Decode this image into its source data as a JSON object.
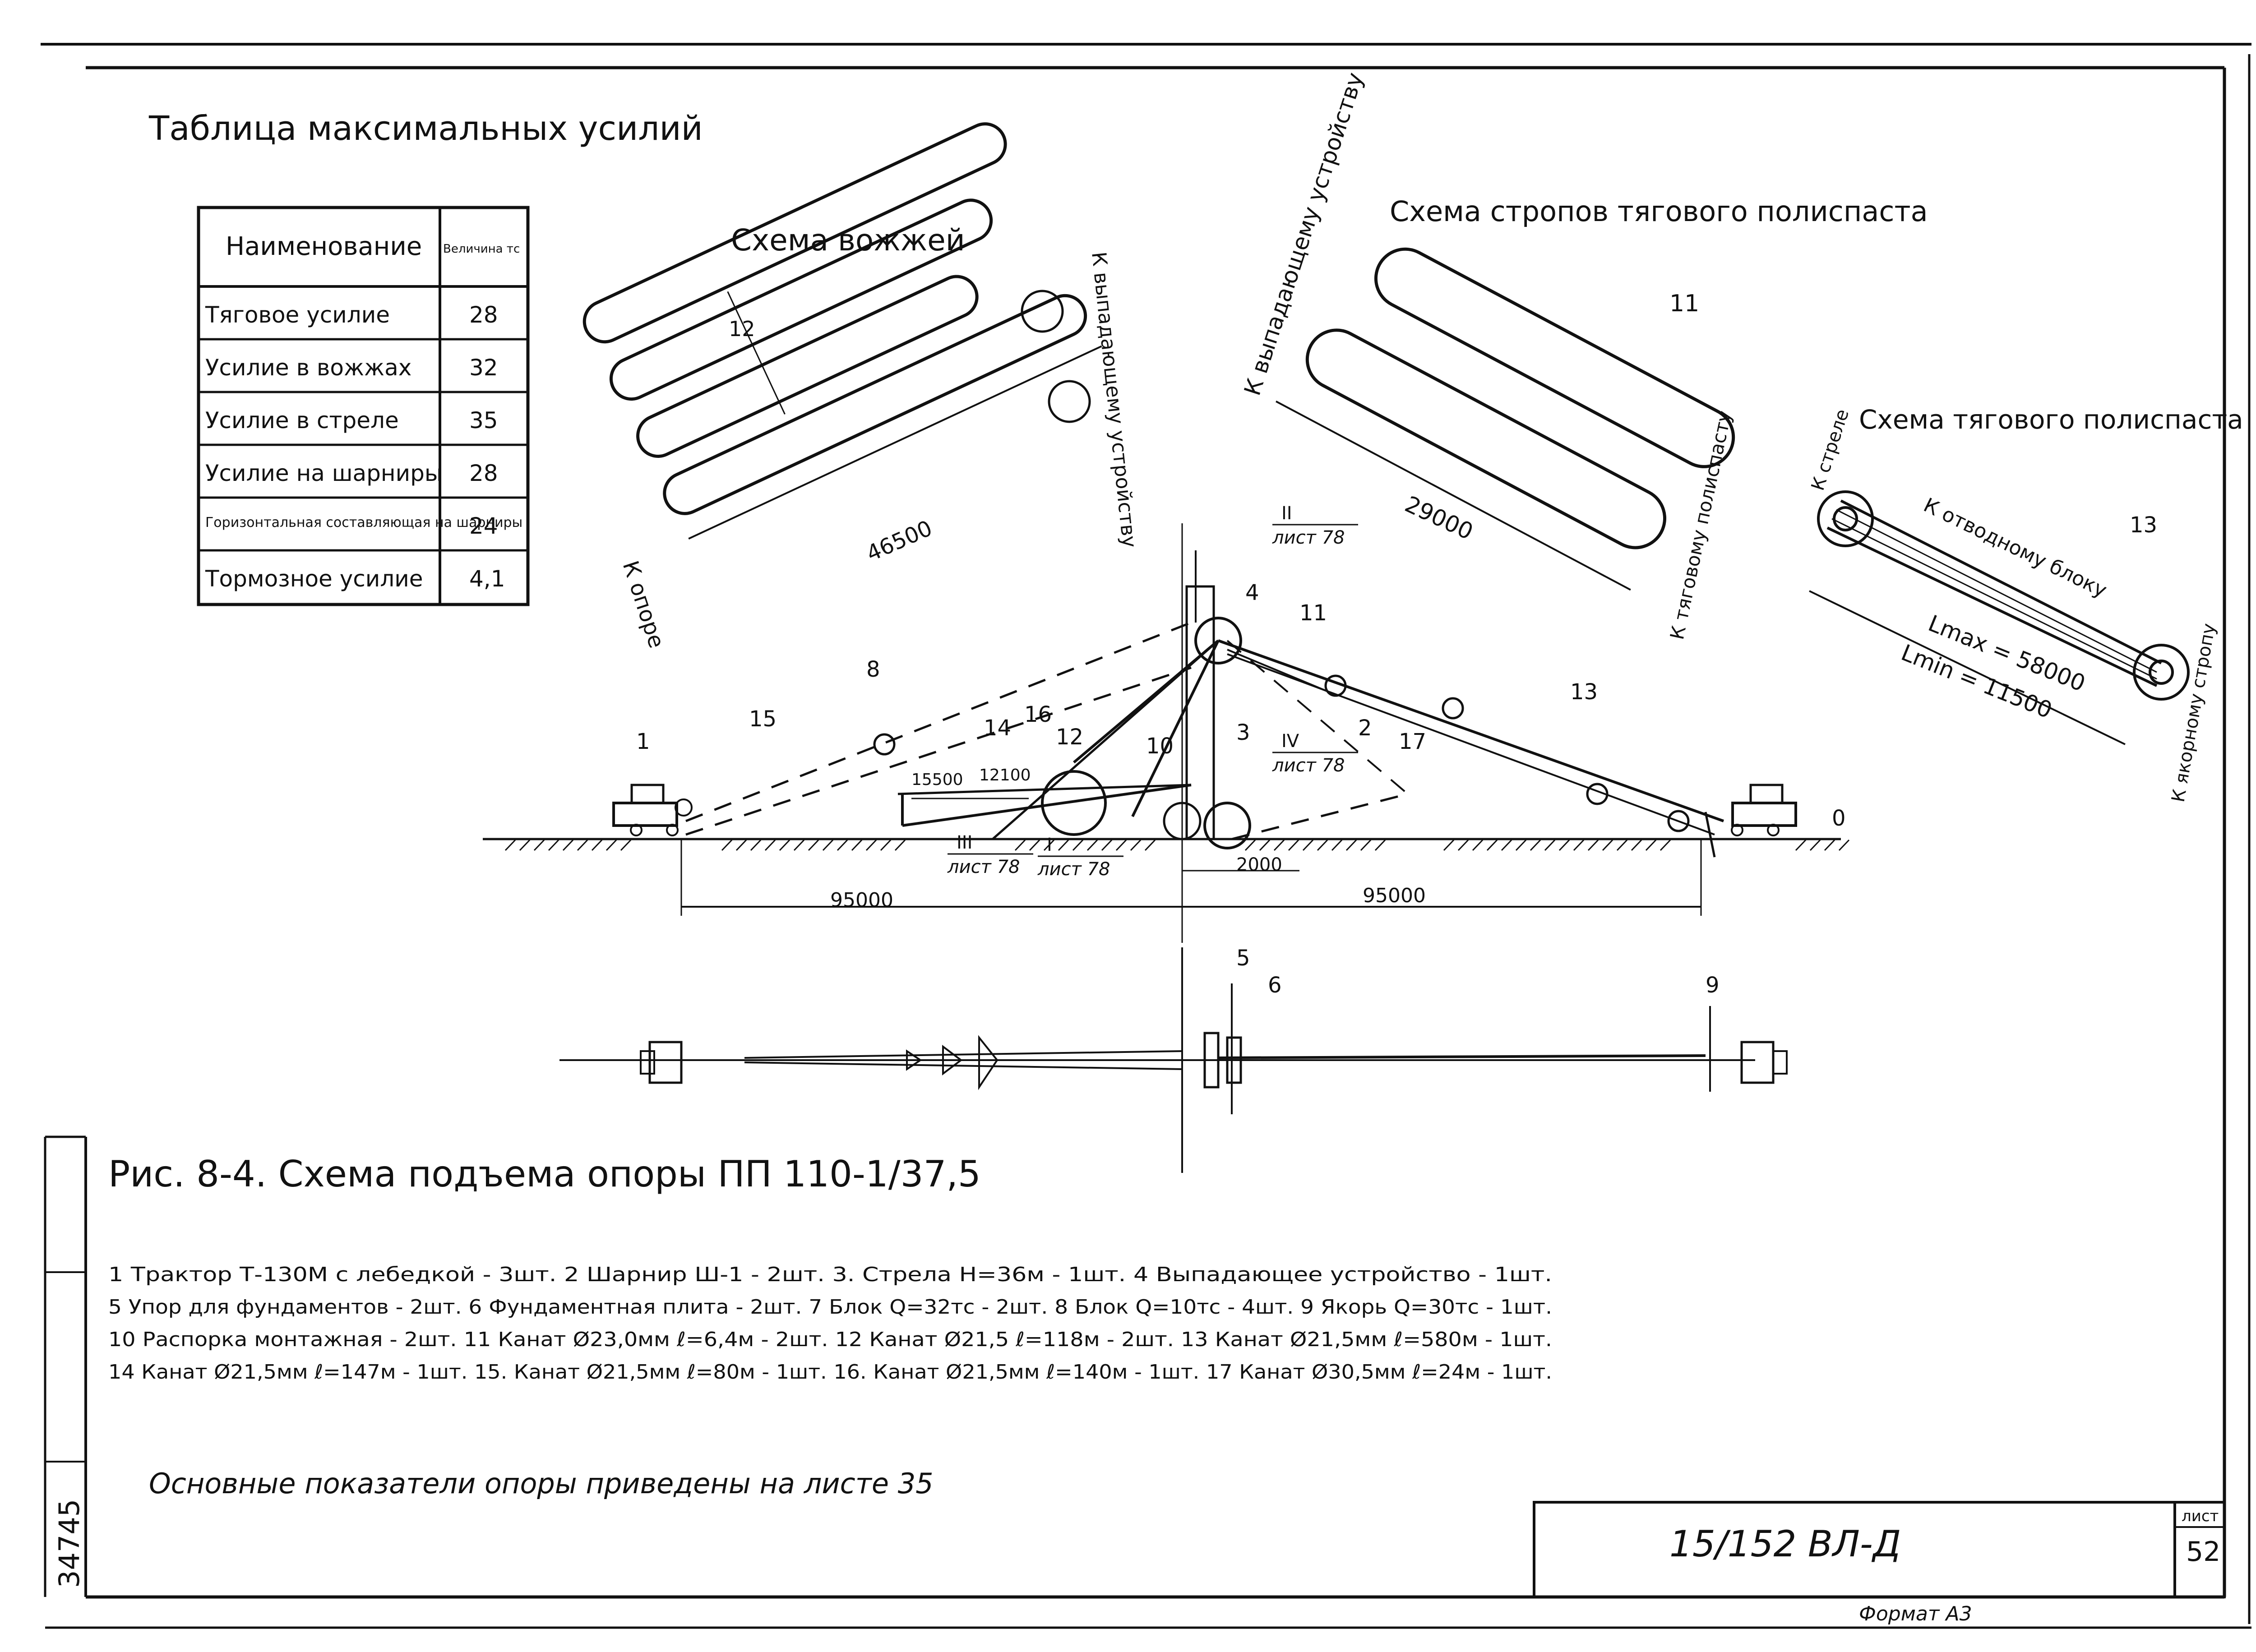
{
  "table": {
    "title": "Таблица максимальных усилий",
    "col_name": "Наименование",
    "col_value": "Величина тс",
    "rows": [
      {
        "name": "Тяговое усилие",
        "value": "28"
      },
      {
        "name": "Усилие в вожжах",
        "value": "32"
      },
      {
        "name": "Усилие в стреле",
        "value": "35"
      },
      {
        "name": "Усилие на шарниры",
        "value": "28"
      },
      {
        "name": "Горизонтальная составляющая на шарниры",
        "value": "24"
      },
      {
        "name": "Тормозное усилие",
        "value": "4,1"
      }
    ]
  },
  "schemes": {
    "reins": {
      "title": "Схема вожжей",
      "to_device": "К выпадающему устройству",
      "to_support": "К опоре",
      "dim": "46500",
      "label": "12"
    },
    "slings": {
      "title": "Схема стропов тягового полиспаста",
      "to_device": "К выпадающему устройству",
      "to_pulley": "К тяговому полиспасту",
      "dim": "29000",
      "label": "11"
    },
    "pulley": {
      "title": "Схема тягового полиспаста",
      "to_boom": "К стреле",
      "to_block": "К отводному блоку",
      "to_anchor": "К якорному стропу",
      "lmax": "Lmax = 58000",
      "lmin": "Lmin = 11500",
      "label": "13"
    }
  },
  "main": {
    "numbers": [
      "1",
      "15",
      "8",
      "14",
      "16",
      "12",
      "10",
      "3",
      "4",
      "11",
      "2",
      "17",
      "13",
      "0"
    ],
    "dims": {
      "d1": "15500",
      "d2": "12100",
      "left": "95000",
      "right": "95000",
      "small": "2000"
    },
    "refs": [
      {
        "num": "II",
        "sheet": "лист 78"
      },
      {
        "num": "IV",
        "sheet": "лист 78"
      },
      {
        "num": "III",
        "sheet": "лист 78"
      },
      {
        "num": "I",
        "sheet": "лист 78"
      }
    ]
  },
  "plan": {
    "labels": [
      "5",
      "6",
      "9"
    ]
  },
  "caption": "Рис. 8-4. Схема подъема опоры ПП 110-1/37,5",
  "legend": [
    "1 Трактор Т-130М с лебедкой - 3шт. 2 Шарнир Ш-1 - 2шт. 3. Стрела H=36м - 1шт. 4 Выпадающее устройство - 1шт.",
    "5 Упор для фундаментов - 2шт. 6 Фундаментная плита - 2шт. 7 Блок Q=32тс - 2шт. 8 Блок Q=10тс - 4шт. 9 Якорь Q=30тс - 1шт.",
    "10 Распорка монтажная - 2шт. 11 Канат Ø23,0мм ℓ=6,4м - 2шт. 12 Канат Ø21,5 ℓ=118м - 2шт. 13 Канат Ø21,5мм ℓ=580м - 1шт.",
    "14 Канат Ø21,5мм ℓ=147м - 1шт. 15. Канат Ø21,5мм ℓ=80м - 1шт. 16. Канат Ø21,5мм ℓ=140м - 1шт. 17 Канат Ø30,5мм ℓ=24м - 1шт."
  ],
  "note": "Основные показатели опоры приведены на листе 35",
  "stamp": {
    "code": "15/152 ВЛ-Д",
    "sheet_label": "лист",
    "sheet_no": "52",
    "format": "Формат А3",
    "inv": "34745"
  }
}
